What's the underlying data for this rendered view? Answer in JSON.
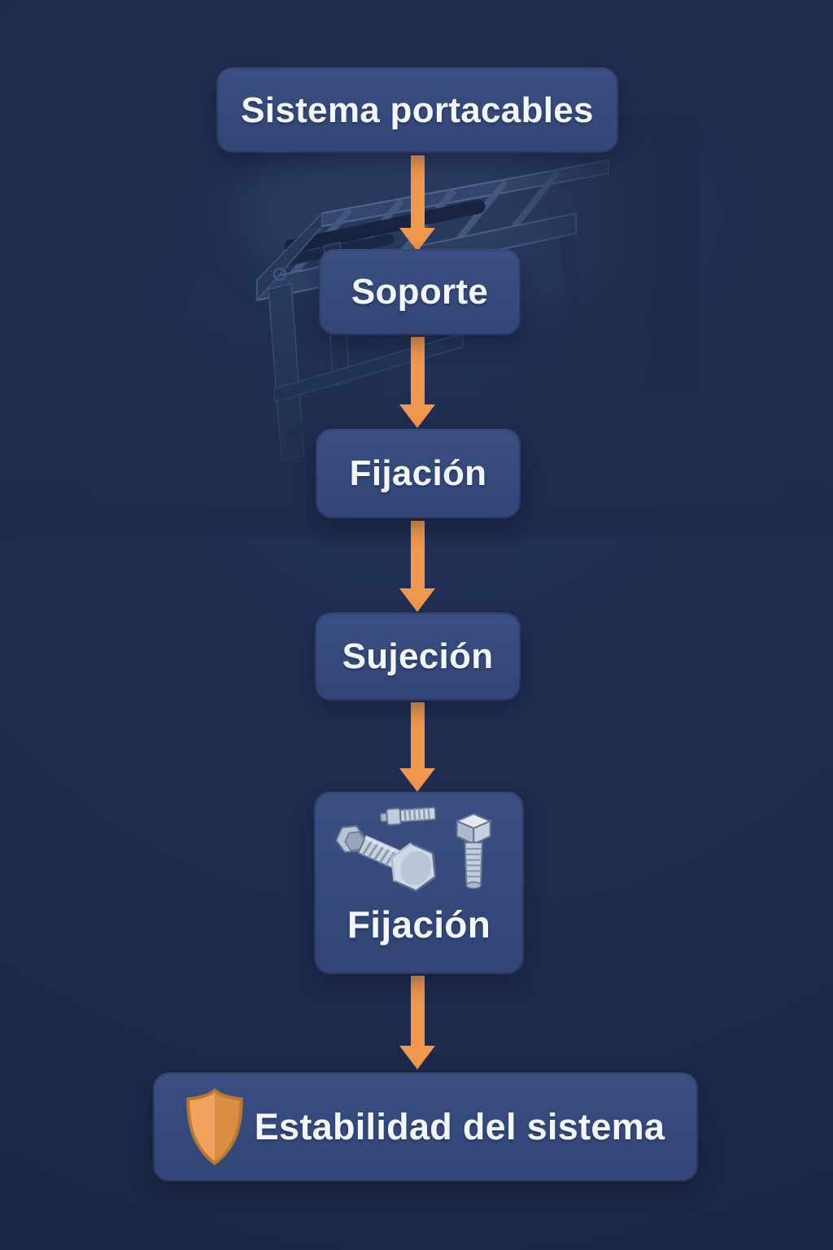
{
  "palette": {
    "background": "#1e2b4c",
    "background_light": "#223158",
    "background_dark": "#192543",
    "node_fill_top": "#3a4f83",
    "node_fill_bottom": "#314576",
    "arrow": "#f0984d",
    "text": "#f3f6fb",
    "shield_light": "#efa35e",
    "shield_dark": "#d68c40",
    "shield_rim": "#b97831",
    "hardware_gray": "#c9d2e1"
  },
  "flowchart": {
    "direction": "top-down",
    "connector_style": "orange-down-arrow",
    "background_illustration": "cable-tray-on-stand",
    "nodes": [
      {
        "id": "sistema-portacables",
        "label": "Sistema portacables"
      },
      {
        "id": "soporte",
        "label": "Soporte"
      },
      {
        "id": "fijacion",
        "label": "Fijación"
      },
      {
        "id": "sujecion",
        "label": "Sujeción"
      },
      {
        "id": "fijacion-hardware",
        "label": "Fijación",
        "illustration": "bolts-and-screws"
      },
      {
        "id": "estabilidad-del-sistema",
        "label": "Estabilidad del sistema",
        "icon": "shield"
      }
    ]
  }
}
